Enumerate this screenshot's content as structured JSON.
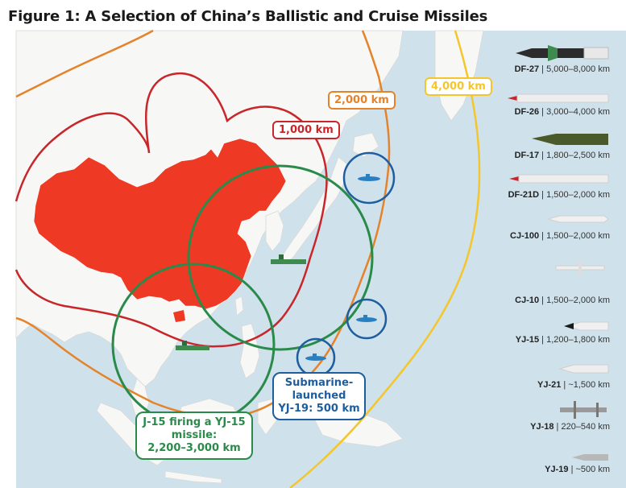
{
  "title": "Figure 1: A Selection of China’s Ballistic and Cruise Missiles",
  "colors": {
    "sea": "#cfe2ec",
    "land": "#f7f7f5",
    "china": "#ee3a24",
    "ring_1000": "#c8262b",
    "ring_2000": "#e5832b",
    "ring_4000": "#f4c62c",
    "j15_ring": "#2a8a4a",
    "sub_ring": "#1e5d9e"
  },
  "range_labels": {
    "r1000": "1,000 km",
    "r2000": "2,000 km",
    "r4000": "4,000 km"
  },
  "callouts": {
    "sub": [
      "Submarine-",
      "launched",
      "YJ-19: 500 km"
    ],
    "j15": [
      "J-15 firing a YJ-15",
      "missile:",
      "2,200–3,000 km"
    ]
  },
  "missiles": [
    {
      "name": "DF-27",
      "range": "5,000–8,000 km"
    },
    {
      "name": "DF-26",
      "range": "3,000–4,000 km"
    },
    {
      "name": "DF-17",
      "range": "1,800–2,500 km"
    },
    {
      "name": "DF-21D",
      "range": "1,500–2,000 km"
    },
    {
      "name": "CJ-100",
      "range": "1,500–2,000 km"
    },
    {
      "name": "CJ-10",
      "range": "1,500–2,000 km"
    },
    {
      "name": "YJ-15",
      "range": "1,200–1,800 km"
    },
    {
      "name": "YJ-21",
      "range": "~1,500 km"
    },
    {
      "name": "YJ-18",
      "range": "220–540 km"
    },
    {
      "name": "YJ-19",
      "range": "~500 km"
    }
  ],
  "separator": " | "
}
